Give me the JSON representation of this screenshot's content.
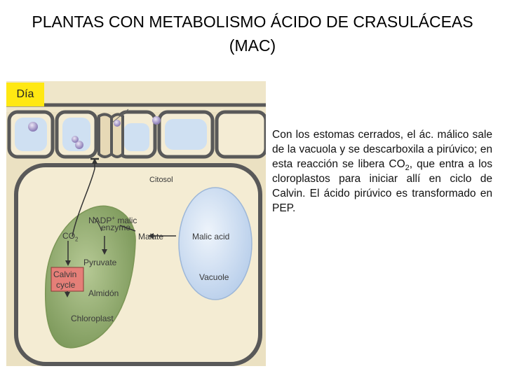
{
  "title": {
    "line1": "PLANTAS CON METABOLISMO ÁCIDO DE CRASULÁCEAS",
    "line2": "(MAC)"
  },
  "diagram": {
    "badge": "Día",
    "labels": {
      "citosol": "Citosol",
      "nadp": "NADP",
      "nadp_sup": "+",
      "malic": "malic",
      "enzyme": "enzyme",
      "co2": "CO",
      "co2_sub": "2",
      "malate": "Malate",
      "malic_acid": "Malic acid",
      "pyruvate": "Pyruvate",
      "calvin": "Calvin",
      "cycle": "cycle",
      "almidon": "Almidón",
      "vacuole": "Vacuole",
      "chloroplast": "Chloroplast"
    },
    "colors": {
      "cell_fill": "#f1e9cf",
      "wall": "#595959",
      "chloroplast": "#8fa96b",
      "vacuole": "#c7daf1",
      "calvin_box": "#e57f78",
      "badge": "#ffe812"
    }
  },
  "description": {
    "before": "Con los estomas cerrados, el ác. málico sale de la vacuola y se descarboxila a pirúvico; en esta reacción se libera CO",
    "sub": "2",
    "after": ", que entra a los cloroplastos para iniciar allí en ciclo de Calvin. El ácido pirúvico es transformado en PEP."
  }
}
